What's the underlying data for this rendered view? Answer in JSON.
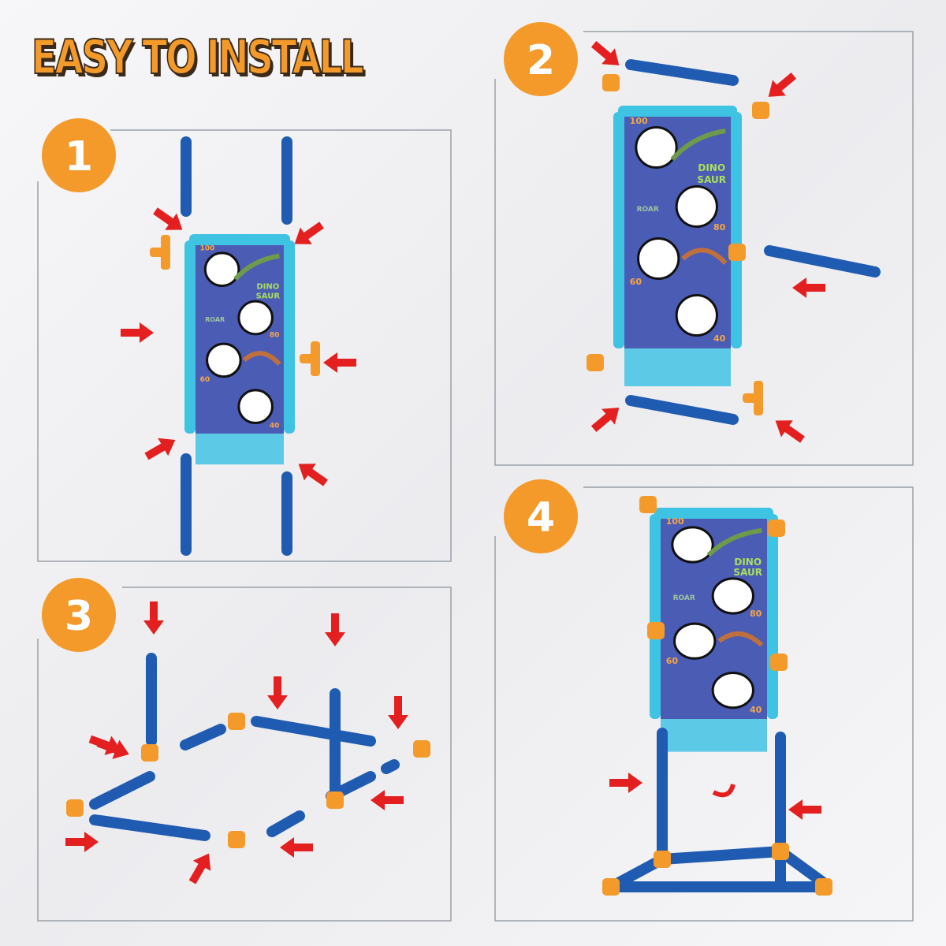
{
  "title": "EASY TO INSTALL",
  "steps": [
    {
      "number": "1"
    },
    {
      "number": "2"
    },
    {
      "number": "3"
    },
    {
      "number": "4"
    }
  ],
  "target": {
    "scores": [
      "100",
      "80",
      "60",
      "40"
    ],
    "brand_line1": "DINO",
    "brand_line2": "SAUR",
    "roar": "ROAR"
  },
  "colors": {
    "orange": "#f39a2b",
    "blue_tube": "#1f5bb0",
    "cyan_frame": "#3fc3e3",
    "board": "#4b5cb5",
    "arrow": "#e3201f"
  }
}
